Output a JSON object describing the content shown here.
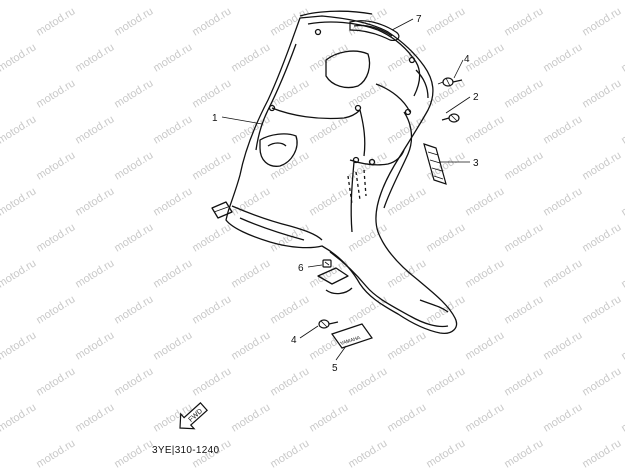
{
  "watermark": {
    "text": "motod.ru"
  },
  "callouts": [
    {
      "id": "1",
      "label": "1"
    },
    {
      "id": "2",
      "label": "2"
    },
    {
      "id": "3",
      "label": "3"
    },
    {
      "id": "4a",
      "label": "4"
    },
    {
      "id": "4b",
      "label": "4"
    },
    {
      "id": "5",
      "label": "5"
    },
    {
      "id": "6",
      "label": "6"
    },
    {
      "id": "7",
      "label": "7"
    }
  ],
  "fwd_label": "FWD",
  "badge_text": "YAMAHA",
  "diagram_code": "3YE|310-1240"
}
